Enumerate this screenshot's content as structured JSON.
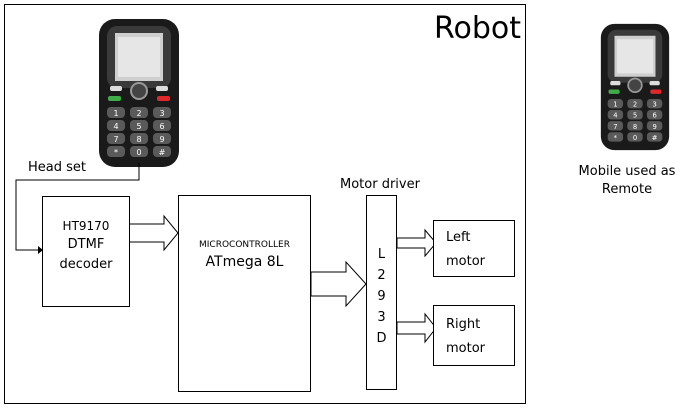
{
  "robot": {
    "title": "Robot"
  },
  "labels": {
    "head_set": "Head set",
    "motor_driver": "Motor driver",
    "remote_caption_line1": "Mobile used as",
    "remote_caption_line2": "Remote"
  },
  "blocks": {
    "dtmf": {
      "line1": "HT9170",
      "line2": "DTMF",
      "line3": "decoder"
    },
    "mcu": {
      "line1": "MICROCONTROLLER",
      "line2": "ATmega 8L"
    },
    "driver": {
      "chars": [
        "L",
        "2",
        "9",
        "3",
        "D"
      ]
    },
    "left_motor": {
      "line1": "Left",
      "line2": "motor"
    },
    "right_motor": {
      "line1": "Right",
      "line2": "motor"
    }
  },
  "keypad": [
    "1",
    "2",
    "3",
    "4",
    "5",
    "6",
    "7",
    "8",
    "9",
    "*",
    "0",
    "#"
  ],
  "colors": {
    "phone_body": "#1a1a1a",
    "call_key": "#3fae49",
    "end_key": "#e0282a"
  }
}
